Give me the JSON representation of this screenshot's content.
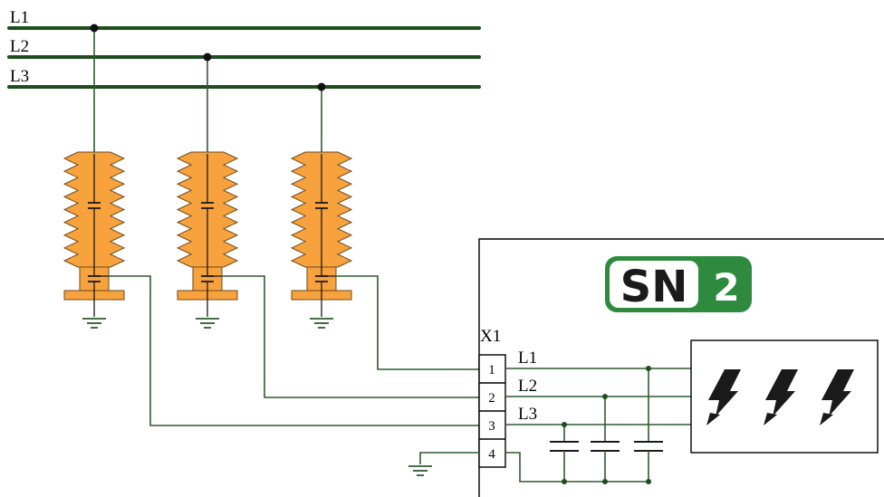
{
  "bus_labels": [
    "L1",
    "L2",
    "L3"
  ],
  "connector": {
    "label": "X1",
    "terminals": [
      "1",
      "2",
      "3",
      "4"
    ],
    "line_labels": [
      "L1",
      "L2",
      "L3"
    ]
  },
  "logo": {
    "letters": "SN",
    "number": "2",
    "color": "#2e8b3e"
  },
  "colors": {
    "bus": "#1d4d1d",
    "wire": "#2f5a2f",
    "insulator": "#f7a23c",
    "insulator_outline": "#6b4a1e",
    "lightning": "#1a1a1a"
  },
  "icons": {
    "insulator": "capacitive-voltage-divider-icon",
    "ground": "ground-icon",
    "output": "lightning-bolt-icon"
  }
}
